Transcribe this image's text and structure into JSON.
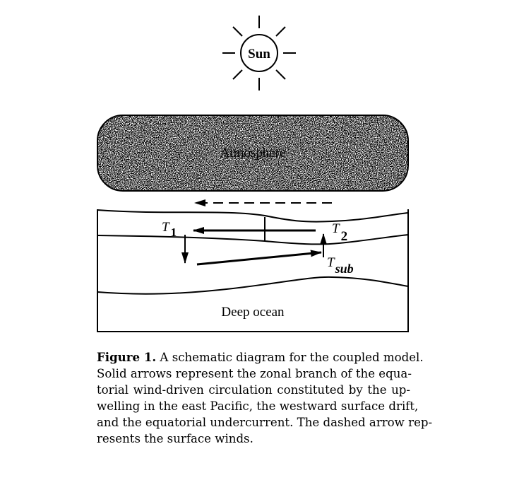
{
  "diagram": {
    "sun_label": "Sun",
    "atmosphere_label": "Atmosphere",
    "deep_ocean_label": "Deep ocean",
    "t1_label": "T",
    "t1_sub": "1",
    "t2_label": "T",
    "t2_sub": "2",
    "tsub_label": "T",
    "tsub_sub": "sub"
  },
  "caption": {
    "figure_label": "Figure 1.",
    "lines": [
      " A schematic diagram for the coupled model.",
      "Solid arrows represent the zonal branch of the equa-",
      "torial wind-driven circulation constituted by the up-",
      "welling in the east Pacific, the westward surface drift,",
      "and the equatorial undercurrent. The dashed arrow rep-",
      "resents the surface winds."
    ]
  }
}
